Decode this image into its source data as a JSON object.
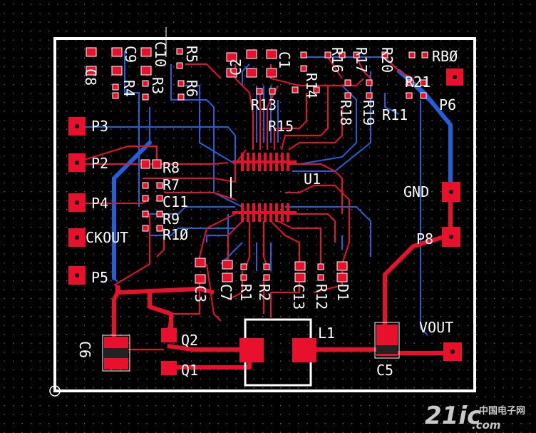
{
  "colors": {
    "background": "#000000",
    "outline": "#ffffff",
    "top_copper": "#e8102a",
    "bottom_copper": "#2060d8",
    "silk": "#ffffff",
    "watermark": "#c8c8c8"
  },
  "labels": {
    "c8": "C8",
    "c9": "C9",
    "c10": "C10",
    "r5": "R5",
    "r4": "R4",
    "r3": "R3",
    "r6": "R6",
    "c2": "C2",
    "c1": "C1",
    "r16": "R16",
    "r17": "R17",
    "r20": "R20",
    "rb0": "RBØ",
    "r14": "R14",
    "r13": "R13",
    "r18": "R18",
    "r19": "R19",
    "r21": "R21",
    "r11": "R11",
    "r15": "R15",
    "p6": "P6",
    "p3": "P3",
    "p2": "P2",
    "r8": "R8",
    "r7": "R7",
    "u1": "U1",
    "gnd": "GND",
    "p4": "P4",
    "c11": "C11",
    "r9": "R9",
    "ckout": "CKOUT",
    "r10": "R1Ø",
    "p8": "P8",
    "p5": "P5",
    "c3": "C3",
    "c7": "C7",
    "r1": "R1",
    "r2": "R2",
    "c13": "C13",
    "r12": "R12",
    "d1": "D1",
    "l1": "L1",
    "vout": "VOUT",
    "c6": "C6",
    "q2": "Q2",
    "q1": "Q1",
    "c5": "C5"
  },
  "watermark": {
    "brand": "21ic",
    "domain": ".com",
    "cn": "中国电子网"
  }
}
